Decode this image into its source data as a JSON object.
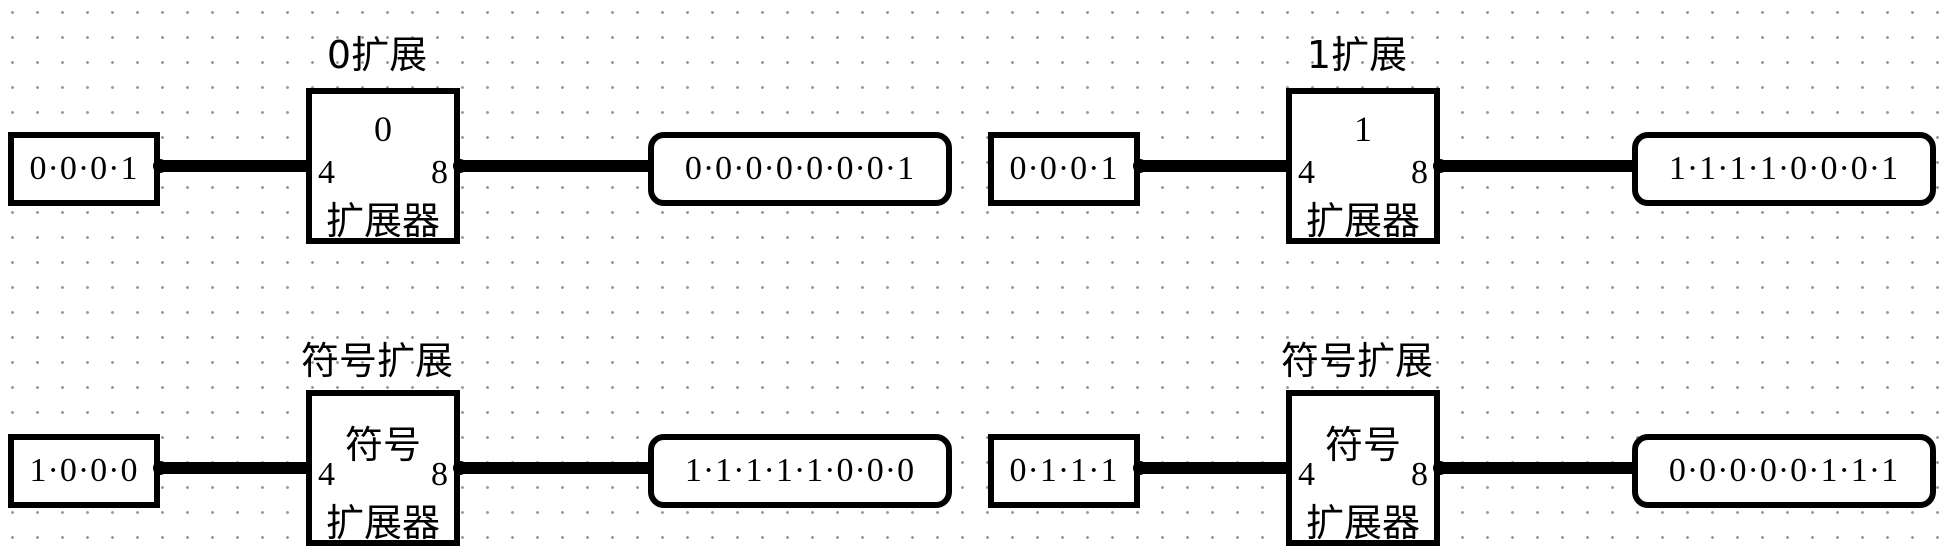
{
  "extenders": [
    {
      "title": "0扩展",
      "type": "0",
      "in_width": "4",
      "out_width": "8",
      "label": "扩展器",
      "input": "0·0·0·1",
      "output": "0·0·0·0·0·0·0·1"
    },
    {
      "title": "1扩展",
      "type": "1",
      "in_width": "4",
      "out_width": "8",
      "label": "扩展器",
      "input": "0·0·0·1",
      "output": "1·1·1·1·0·0·0·1"
    },
    {
      "title": "符号扩展",
      "type": "符号",
      "in_width": "4",
      "out_width": "8",
      "label": "扩展器",
      "input": "1·0·0·0",
      "output": "1·1·1·1·1·0·0·0"
    },
    {
      "title": "符号扩展",
      "type": "符号",
      "in_width": "4",
      "out_width": "8",
      "label": "扩展器",
      "input": "0·1·1·1",
      "output": "0·0·0·0·0·1·1·1"
    }
  ],
  "colors": {
    "wire": "#000000",
    "grid_dot": "#9a9a9a",
    "background": "#ffffff"
  }
}
